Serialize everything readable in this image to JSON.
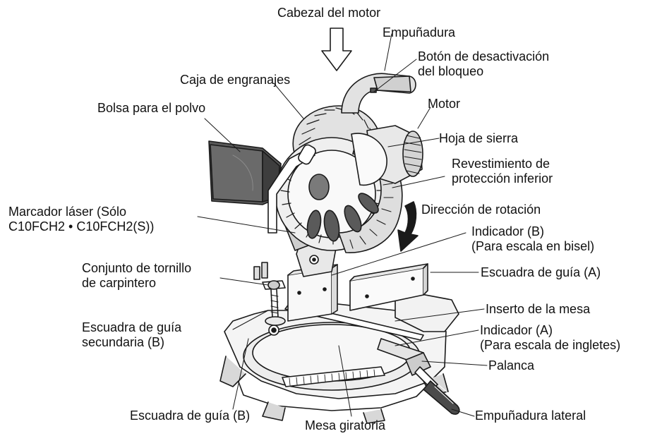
{
  "labels": {
    "motor_head": "Cabezal del motor",
    "handle": "Empuñadura",
    "lock_off_button": [
      "Botón de desactivación",
      "del bloqueo"
    ],
    "gear_case": "Caja de engranajes",
    "dust_bag": "Bolsa para el polvo",
    "motor": "Motor",
    "saw_blade": "Hoja de sierra",
    "lower_guard": [
      "Revestimiento de",
      "protección inferior"
    ],
    "rotation_direction": "Dirección de rotación",
    "laser_marker": [
      "Marcador láser (Sólo",
      "C10FCH2 • C10FCH2(S))"
    ],
    "indicator_b": [
      "Indicador (B)",
      "(Para escala en bisel)"
    ],
    "vise_assembly": [
      "Conjunto de tornillo",
      "de carpintero"
    ],
    "guide_fence_a": "Escuadra de guía (A)",
    "table_insert": "Inserto de la mesa",
    "sub_fence_b": [
      "Escuadra de guía",
      "secundaria (B)"
    ],
    "indicator_a": [
      "Indicador (A)",
      "(Para escala de ingletes)"
    ],
    "lever": "Palanca",
    "guide_fence_b": "Escuadra de guía (B)",
    "turntable": "Mesa giratoria",
    "side_handle": "Empuñadura lateral"
  }
}
